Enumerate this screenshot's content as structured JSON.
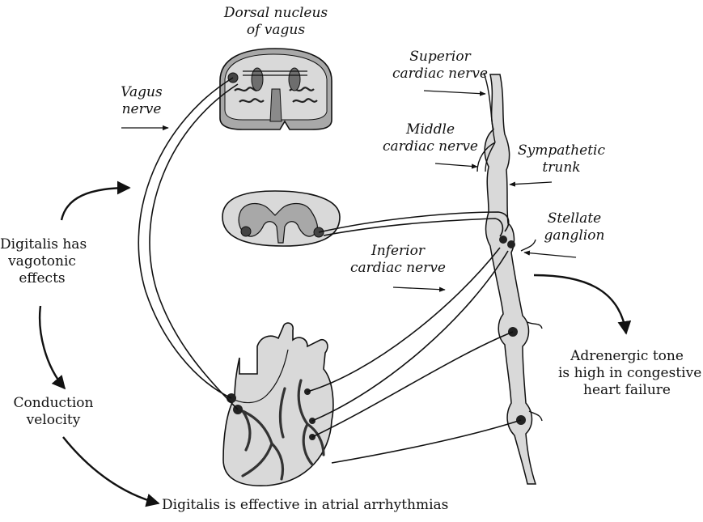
{
  "labels": {
    "dorsal_nucleus": [
      "Dorsal nucleus",
      "of vagus"
    ],
    "vagus_nerve": [
      "Vagus",
      "nerve"
    ],
    "superior_cardiac": [
      "Superior",
      "cardiac nerve"
    ],
    "middle_cardiac": [
      "Middle",
      "cardiac nerve"
    ],
    "sympathetic_trunk": [
      "Sympathetic",
      "trunk"
    ],
    "stellate_ganglion": [
      "Stellate",
      "ganglion"
    ],
    "inferior_cardiac": [
      "Inferior",
      "cardiac nerve"
    ]
  },
  "statements": {
    "vagotonic": [
      "Digitalis has",
      "vagotonic",
      "effects"
    ],
    "conduction": [
      "Conduction",
      "velocity"
    ],
    "adrenergic": [
      "Adrenergic tone",
      "is high in congestive",
      "heart failure"
    ],
    "atrial": "Digitalis is effective in atrial arrhythmias"
  },
  "colors": {
    "line": "#111111",
    "tissue_light": "#d9d9d9",
    "tissue_mid": "#a8a8a8",
    "tissue_dark": "#6e6e6e",
    "vessels": "#333333"
  }
}
